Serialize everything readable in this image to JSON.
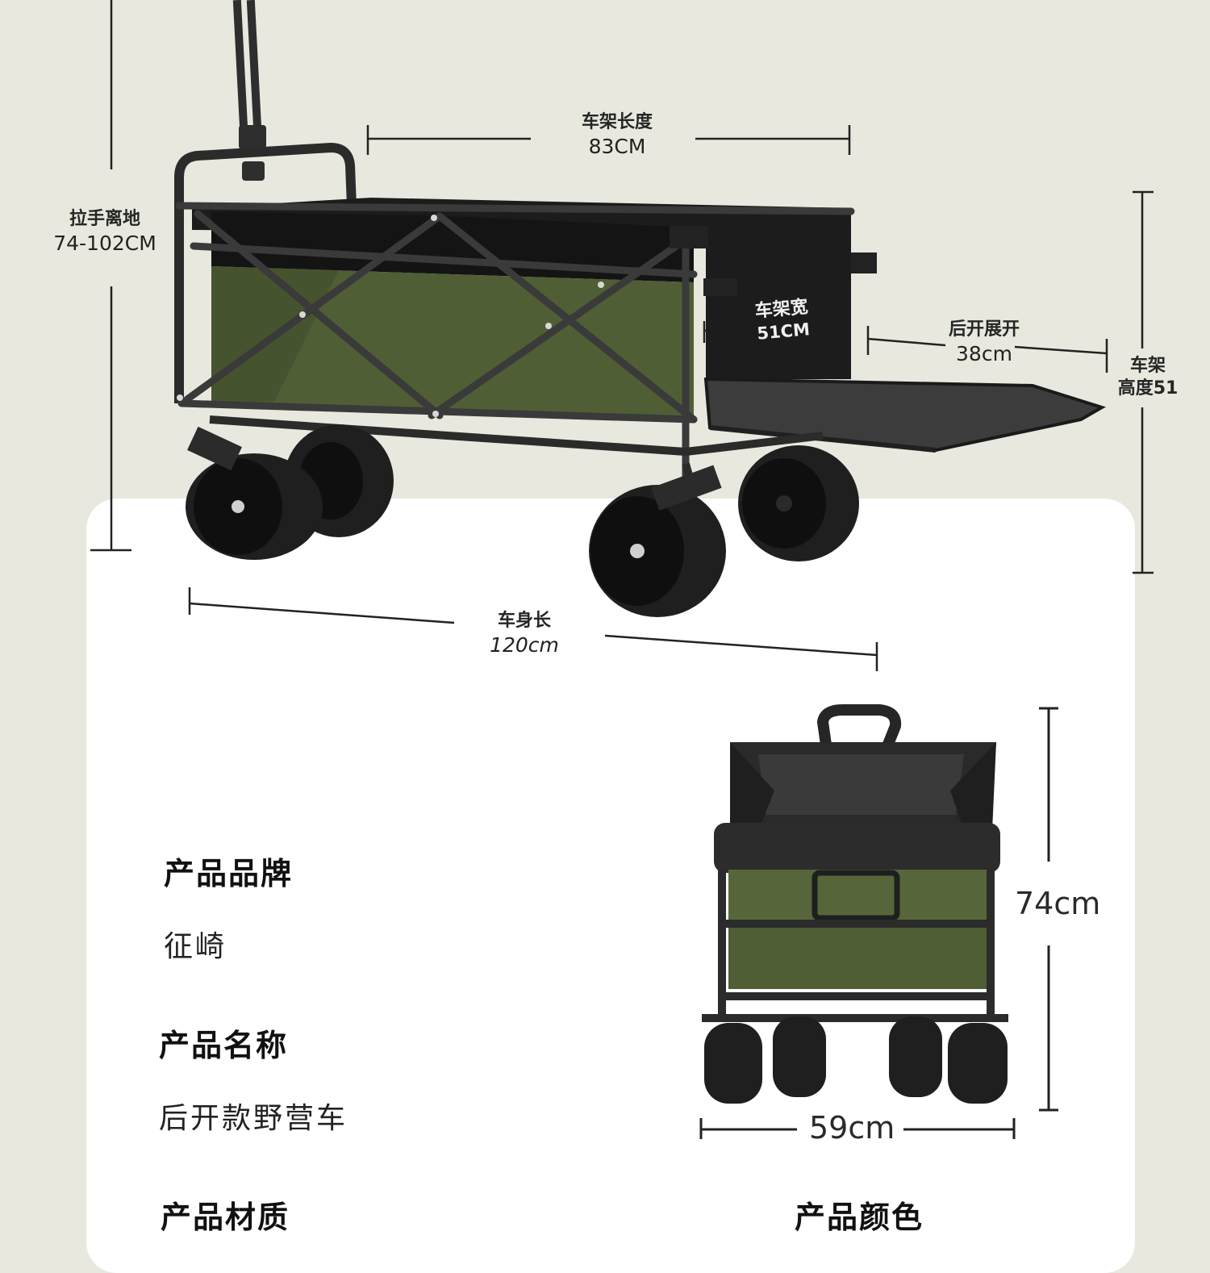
{
  "dimensions": {
    "handle_height": {
      "label": "拉手离地",
      "value": "74-102CM"
    },
    "frame_length": {
      "label": "车架长度",
      "value": "83CM"
    },
    "frame_width": {
      "label": "车架宽",
      "value": "51CM"
    },
    "tailgate_open": {
      "label": "后开展开",
      "value": "38cm"
    },
    "frame_height": {
      "label_line1": "车架",
      "label_line2": "高度51"
    },
    "body_length": {
      "label": "车身长",
      "value": "120cm"
    },
    "front_height": "74cm",
    "front_width": "59cm"
  },
  "specs": {
    "brand": {
      "heading": "产品品牌",
      "value": "征崎"
    },
    "name": {
      "heading": "产品名称",
      "value": "后开款野营车"
    },
    "material": {
      "heading": "产品材质"
    },
    "color": {
      "heading": "产品颜色"
    }
  },
  "colors": {
    "background": "#e8e8de",
    "card": "#ffffff",
    "frame": "#2b2b2b",
    "fabric_green": "#4f5e35",
    "fabric_black": "#1c1c1c"
  }
}
